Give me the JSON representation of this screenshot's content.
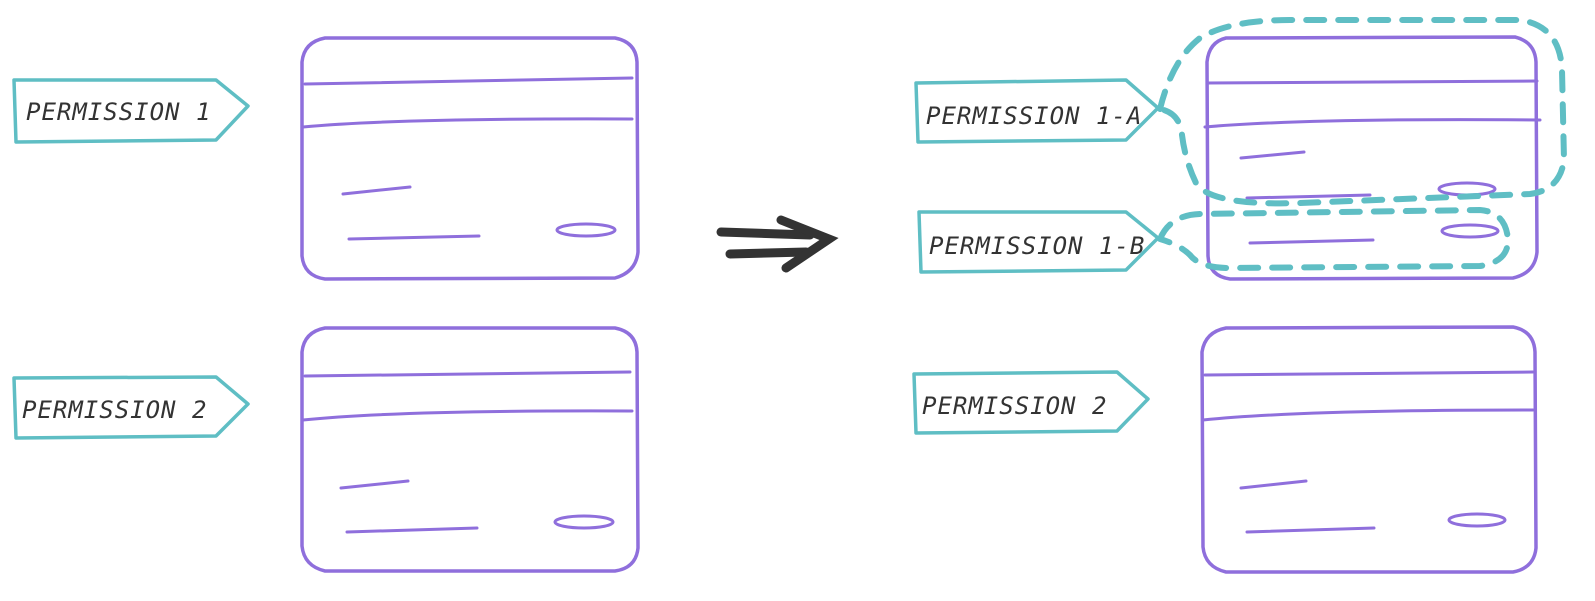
{
  "diagram": {
    "description": "Splitting one permission into two sub-permissions covering parts of a card",
    "colors": {
      "tag_stroke": "#5fbec4",
      "card_stroke": "#8f6fdc",
      "arrow": "#333333",
      "text": "#333333"
    },
    "before": {
      "tags": [
        {
          "label": "PERMISSION 1"
        },
        {
          "label": "PERMISSION 2"
        }
      ]
    },
    "arrow": {
      "icon": "double-arrow-right-icon"
    },
    "after": {
      "tags": [
        {
          "label": "PERMISSION 1-A"
        },
        {
          "label": "PERMISSION 1-B"
        },
        {
          "label": "PERMISSION 2"
        }
      ]
    }
  }
}
